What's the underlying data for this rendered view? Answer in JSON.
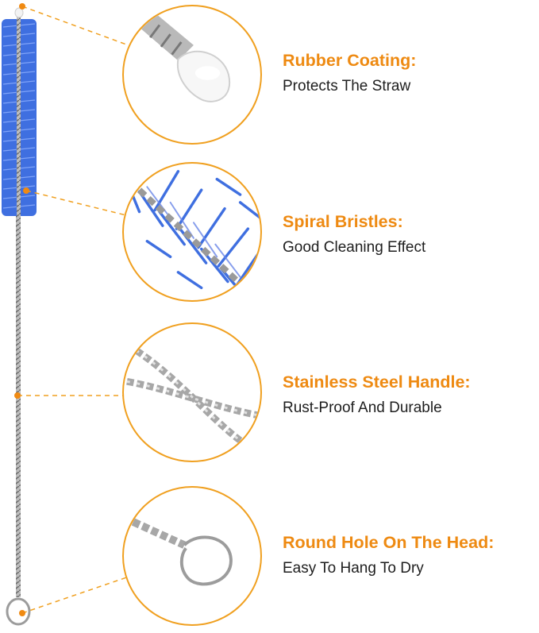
{
  "colors": {
    "accent": "#ee8a12",
    "circle_border": "#f0a020",
    "bristle_blue": "#3f6fe0",
    "steel": "#a7a7a7",
    "text": "#1e1e1e"
  },
  "features": [
    {
      "title": "Rubber Coating:",
      "description": "Protects The Straw",
      "icon": "rubber-tip-closeup"
    },
    {
      "title": "Spiral Bristles:",
      "description": "Good Cleaning Effect",
      "icon": "bristles-closeup"
    },
    {
      "title": "Stainless Steel Handle:",
      "description": "Rust-Proof And Durable",
      "icon": "twisted-wire-closeup"
    },
    {
      "title": "Round Hole On The Head:",
      "description": "Easy To Hang To Dry",
      "icon": "loop-closeup"
    }
  ]
}
